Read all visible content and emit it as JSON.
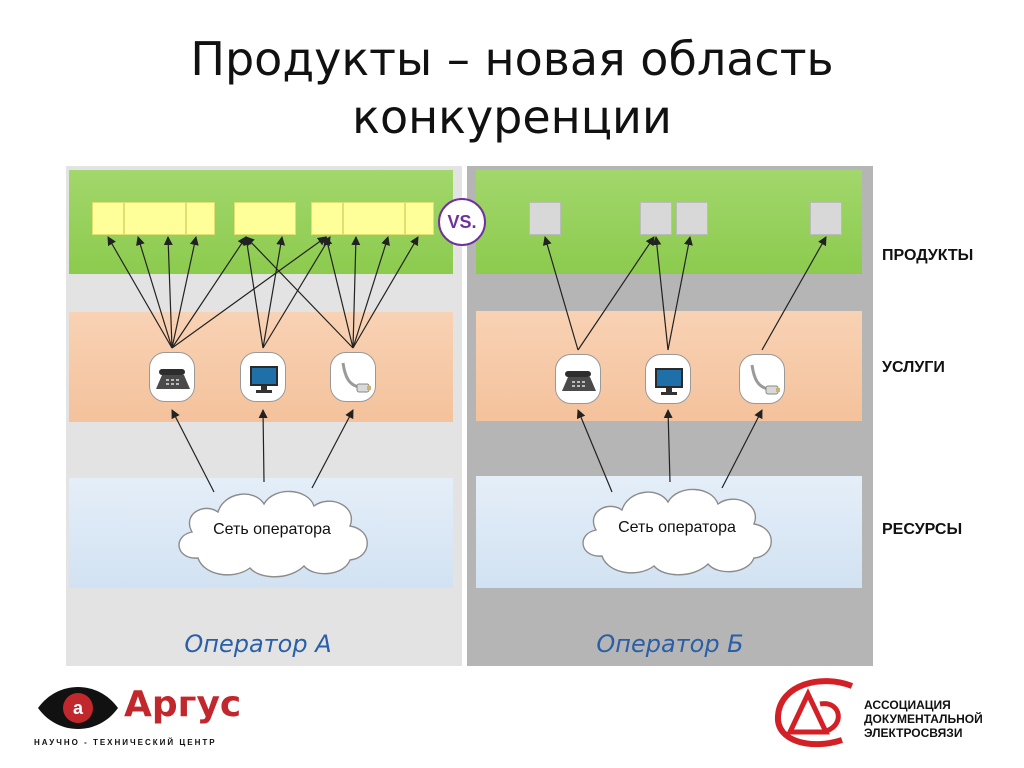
{
  "title": {
    "line1": "Продукты – новая область",
    "line2": "конкуренции"
  },
  "vs_label": "VS.",
  "operator_a": {
    "label": "Оператор А",
    "cloud_label": "Сеть оператора"
  },
  "operator_b": {
    "label": "Оператор Б",
    "cloud_label": "Сеть оператора"
  },
  "layers": {
    "products": "ПРОДУКТЫ",
    "services": "УСЛУГИ",
    "resources": "РЕСУРСЫ"
  },
  "icons": [
    "telephone-icon",
    "monitor-icon",
    "cable-connector-icon",
    "cloud-icon"
  ],
  "colors": {
    "products_band": "#93cf57",
    "services_band": "#f6c9a6",
    "resources_band": "#dce8f5",
    "product_a": "#ffff99",
    "product_b": "#d8d8d8",
    "vs_accent": "#7030a0",
    "operator_label": "#2a5fa8",
    "argus_red": "#c0282d"
  },
  "logos": {
    "argus": {
      "name": "Аргус",
      "subtitle": "НАУЧНО - ТЕХНИЧЕСКИЙ ЦЕНТР"
    },
    "association": {
      "line1": "АССОЦИАЦИЯ",
      "line2": "ДОКУМЕНТАЛЬНОЙ",
      "line3": "ЭЛЕКТРОСВЯЗИ"
    }
  }
}
